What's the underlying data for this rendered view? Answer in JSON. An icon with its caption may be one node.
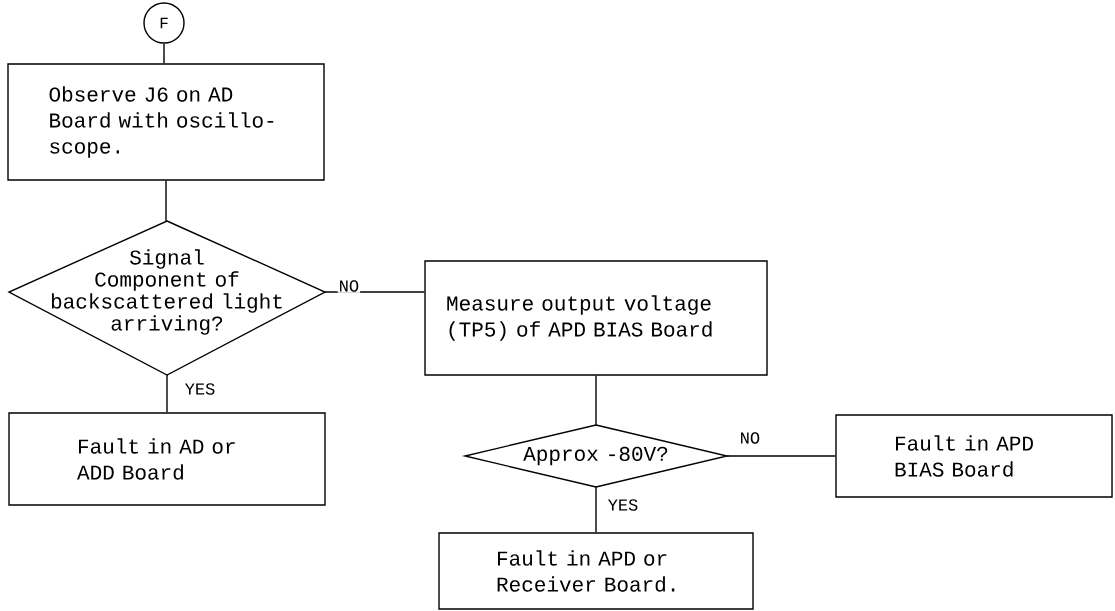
{
  "diagram": {
    "nodes": [
      {
        "text": [
          "F"
        ]
      },
      {
        "text": [
          "Observe J6 on AD Board with oscillo- scope."
        ]
      },
      {
        "text": [
          "Signal Component of backscattered light arriving?"
        ]
      },
      {
        "text": [
          "Fault in AD or ADD Board"
        ]
      },
      {
        "text": [
          "Measure output voltage (TP5) of APD BIAS Board"
        ]
      },
      {
        "text": [
          "Approx -80V?"
        ]
      },
      {
        "text": [
          "Fault in APD BIAS Board"
        ]
      },
      {
        "text": [
          "Fault in APD or Receiver Board."
        ]
      }
    ],
    "edges": [
      {
        "from": 0,
        "to": 1,
        "arrow": "none"
      },
      {
        "from": 1,
        "to": 2,
        "arrow": "none"
      },
      {
        "from": 2,
        "to": 3,
        "arrow": "none",
        "label": "YES"
      },
      {
        "from": 2,
        "to": 4,
        "arrow": "none",
        "label": "NO"
      },
      {
        "from": 4,
        "to": 5,
        "arrow": "none"
      },
      {
        "from": 5,
        "to": 6,
        "arrow": "none",
        "label": "NO"
      },
      {
        "from": 5,
        "to": 7,
        "arrow": "none",
        "label": "YES"
      }
    ]
  }
}
